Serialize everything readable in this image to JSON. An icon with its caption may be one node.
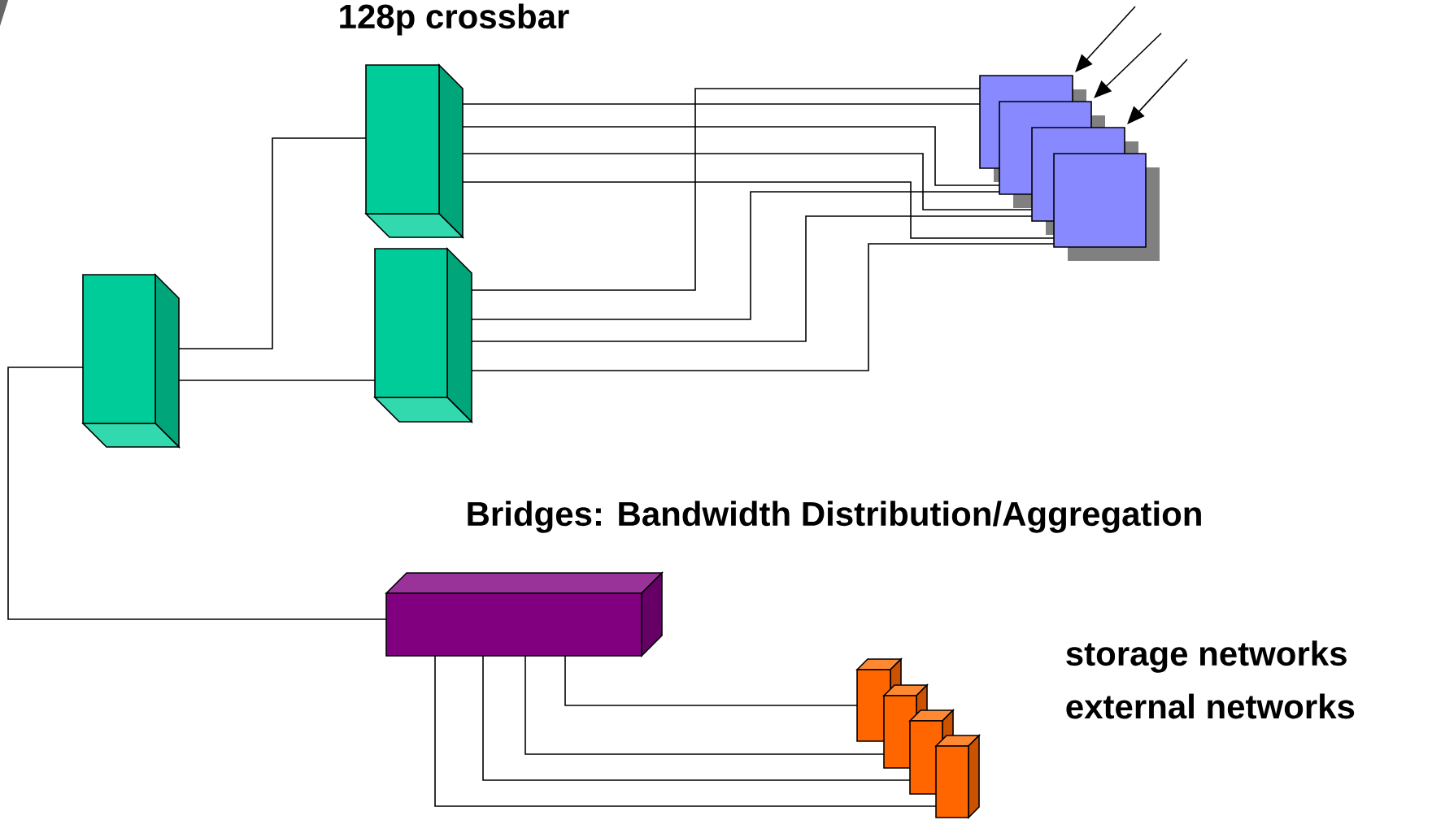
{
  "diagram": {
    "nodes": [
      {
        "text": [],
        "shape": "box"
      },
      {
        "text": [],
        "shape": "box"
      },
      {
        "text": [],
        "shape": "box"
      },
      {
        "text": [],
        "shape": "box"
      },
      {
        "text": [],
        "shape": "box"
      },
      {
        "text": [],
        "shape": "box"
      },
      {
        "text": [],
        "shape": "box"
      },
      {
        "text": [],
        "shape": "box"
      },
      {
        "text": [],
        "shape": "box"
      },
      {
        "text": [],
        "shape": "box"
      },
      {
        "text": [],
        "shape": "box"
      },
      {
        "text": [],
        "shape": "box"
      }
    ],
    "edges": [
      {
        "from": 0,
        "to": 1,
        "arrow": "none"
      },
      {
        "from": 0,
        "to": 2,
        "arrow": "none"
      },
      {
        "from": 0,
        "to": 7,
        "arrow": "none"
      },
      {
        "from": 1,
        "to": 3,
        "arrow": "none"
      },
      {
        "from": 1,
        "to": 4,
        "arrow": "none"
      },
      {
        "from": 1,
        "to": 5,
        "arrow": "none"
      },
      {
        "from": 1,
        "to": 6,
        "arrow": "none"
      },
      {
        "from": 2,
        "to": 3,
        "arrow": "none"
      },
      {
        "from": 2,
        "to": 4,
        "arrow": "none"
      },
      {
        "from": 2,
        "to": 5,
        "arrow": "none"
      },
      {
        "from": 2,
        "to": 6,
        "arrow": "none"
      },
      {
        "from": 7,
        "to": 8,
        "arrow": "none"
      },
      {
        "from": 7,
        "to": 9,
        "arrow": "none"
      },
      {
        "from": 7,
        "to": 10,
        "arrow": "none"
      },
      {
        "from": 7,
        "to": 11,
        "arrow": "none"
      },
      {
        "from": null,
        "to": 3,
        "arrow": "to"
      },
      {
        "from": null,
        "to": 4,
        "arrow": "to"
      },
      {
        "from": null,
        "to": 5,
        "arrow": "to"
      }
    ],
    "labels": [
      "128p crossbar",
      "Bridges: Bandwidth Distribution/Aggregation",
      "storage networks",
      "external networks"
    ]
  }
}
